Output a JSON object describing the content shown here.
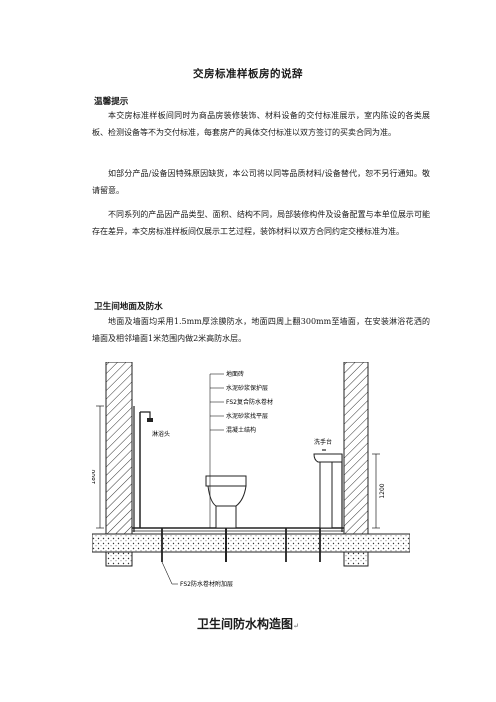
{
  "doc": {
    "title": "交房标准样板房的说辞",
    "section1": {
      "heading": "温馨提示",
      "p1": "本交房标准样板间同时为商品房装修装饰、材料设备的交付标准展示，室内陈设的各类展板、检测设备等不为交付标准，每套房产的具体交付标准以双方签订的买卖合同为准。",
      "p2": "如部分产品/设备因特殊原因缺货，本公司将以同等品质材料/设备替代，恕不另行通知。敬请留意。",
      "p3": "不同系列的产品因产品类型、面积、结构不同，局部装修构件及设备配置与本单位展示可能存在差异，本交房标准样板间仅展示工艺过程，装饰材料以双方合同约定交楼标准为准。"
    },
    "section2": {
      "heading": "卫生间地面及防水",
      "p1": "地面及墙面均采用1.5mm厚涂膜防水，地面四周上翻300mm至墙面，在安装淋浴花洒的墙面及相邻墙面1米范围内做2米高防水层。"
    },
    "diagram": {
      "labels": {
        "floor_tile": "地面砖",
        "protect_layer": "水泥砂浆保护层",
        "membrane": "FS2复合防水卷材",
        "leveling": "水泥砂浆找平层",
        "concrete": "混凝土结构",
        "shower": "淋浴头",
        "basin": "洗手台",
        "extra_layer": "FS2防水卷材附加层",
        "dim_left": "1800",
        "dim_right": "1200"
      }
    },
    "caption": "卫生间防水构造图",
    "caption_mark": "↵"
  }
}
